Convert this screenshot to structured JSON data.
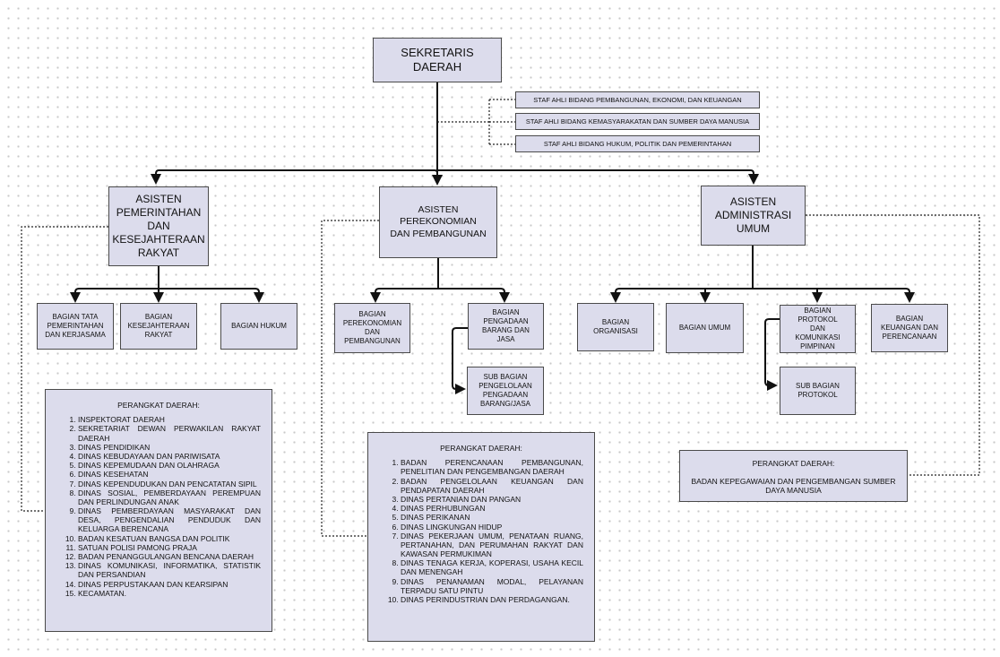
{
  "root": {
    "title": "SEKRETARIS DAERAH"
  },
  "staf_ahli": [
    "STAF AHLI BIDANG PEMBANGUNAN, EKONOMI, DAN KEUANGAN",
    "STAF AHLI BIDANG KEMASYARAKATAN DAN SUMBER DAYA MANUSIA",
    "STAF AHLI BIDANG HUKUM, POLITIK DAN PEMERINTAHAN"
  ],
  "asisten": [
    {
      "title": "ASISTEN PEMERINTAHAN DAN KESEJAHTERAAN RAKYAT"
    },
    {
      "title": "ASISTEN PEREKONOMIAN DAN PEMBANGUNAN"
    },
    {
      "title": "ASISTEN ADMINISTRASI UMUM"
    }
  ],
  "bagian_1": [
    "BAGIAN TATA PEMERINTAHAN DAN KERJASAMA",
    "BAGIAN KESEJAHTERAAN RAKYAT",
    "BAGIAN HUKUM"
  ],
  "bagian_2": [
    "BAGIAN PEREKONOMIAN DAN PEMBANGUNAN",
    "BAGIAN PENGADAAN BARANG DAN JASA"
  ],
  "sub_bagian_2": "SUB BAGIAN PENGELOLAAN PENGADAAN BARANG/JASA",
  "bagian_3": [
    "BAGIAN ORGANISASI",
    "BAGIAN UMUM",
    "BAGIAN PROTOKOL DAN KOMUNIKASI PIMPINAN",
    "BAGIAN KEUANGAN DAN PERENCANAAN"
  ],
  "sub_bagian_3": "SUB BAGIAN PROTOKOL",
  "perangkat_1": {
    "title": "PERANGKAT DAERAH:",
    "items": [
      "INSPEKTORAT DAERAH",
      "SEKRETARIAT DEWAN PERWAKILAN RAKYAT DAERAH",
      "DINAS PENDIDIKAN",
      "DINAS KEBUDAYAAN DAN PARIWISATA",
      "DINAS KEPEMUDAAN DAN OLAHRAGA",
      "DINAS KESEHATAN",
      "DINAS KEPENDUDUKAN DAN PENCATATAN SIPIL",
      "DINAS SOSIAL, PEMBERDAYAAN PEREMPUAN DAN PERLINDUNGAN ANAK",
      "DINAS PEMBERDAYAAN MASYARAKAT DAN DESA, PENGENDALIAN PENDUDUK DAN KELUARGA BERENCANA",
      "BADAN KESATUAN BANGSA DAN POLITIK",
      "SATUAN POLISI PAMONG PRAJA",
      "BADAN PENANGGULANGAN BENCANA DAERAH",
      "DINAS KOMUNIKASI, INFORMATIKA, STATISTIK DAN PERSANDIAN",
      "DINAS PERPUSTAKAAN DAN KEARSIPAN",
      "KECAMATAN."
    ]
  },
  "perangkat_2": {
    "title": "PERANGKAT DAERAH:",
    "items": [
      "BADAN PERENCANAAN PEMBANGUNAN, PENELITIAN DAN PENGEMBANGAN DAERAH",
      "BADAN PENGELOLAAN KEUANGAN DAN PENDAPATAN DAERAH",
      "DINAS PERTANIAN DAN PANGAN",
      "DINAS PERHUBUNGAN",
      "DINAS PERIKANAN",
      "DINAS LINGKUNGAN HIDUP",
      "DINAS PEKERJAAN UMUM, PENATAAN RUANG, PERTANAHAN, DAN PERUMAHAN RAKYAT DAN KAWASAN PERMUKIMAN",
      "DINAS TENAGA KERJA, KOPERASI, USAHA KECIL DAN MENENGAH",
      "DINAS PENANAMAN MODAL, PELAYANAN TERPADU SATU PINTU",
      "DINAS PERINDUSTRIAN DAN PERDAGANGAN."
    ]
  },
  "perangkat_3": {
    "title": "PERANGKAT DAERAH:",
    "body": "BADAN KEPEGAWAIAN DAN PENGEMBANGAN SUMBER DAYA MANUSIA"
  }
}
